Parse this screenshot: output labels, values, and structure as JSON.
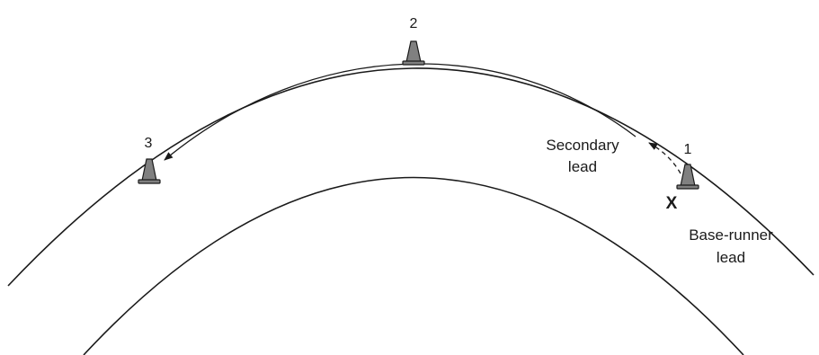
{
  "diagram": {
    "cones": [
      {
        "number": "2"
      },
      {
        "number": "3"
      },
      {
        "number": "1"
      }
    ],
    "runner_mark": "X",
    "labels": {
      "secondary_line1": "Secondary",
      "secondary_line2": "lead",
      "baserunner_line1": "Base-runner",
      "baserunner_line2": "lead"
    },
    "colors": {
      "line": "#1a1a1a",
      "cone_fill": "#808080",
      "cone_stroke": "#1a1a1a"
    }
  }
}
